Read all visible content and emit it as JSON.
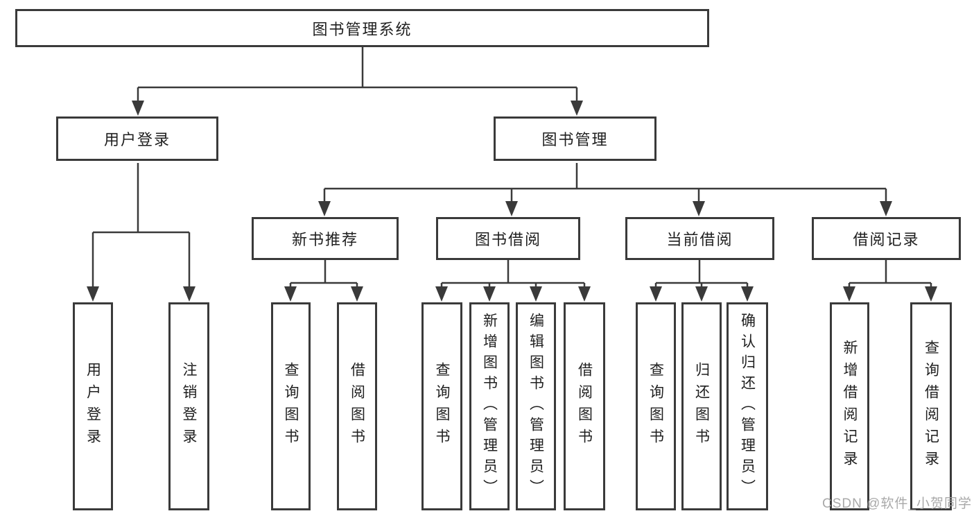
{
  "diagram": {
    "root": {
      "label": "图书管理系统"
    },
    "level2": [
      {
        "id": "user-login",
        "label": "用户登录"
      },
      {
        "id": "book-management",
        "label": "图书管理"
      }
    ],
    "level3": [
      {
        "id": "new-book-recommend",
        "label": "新书推荐"
      },
      {
        "id": "book-borrowing",
        "label": "图书借阅"
      },
      {
        "id": "current-borrowing",
        "label": "当前借阅"
      },
      {
        "id": "borrowing-records",
        "label": "借阅记录"
      }
    ],
    "leaves": [
      {
        "parent": "user-login",
        "label": "用户登录"
      },
      {
        "parent": "user-login",
        "label": "注销登录"
      },
      {
        "parent": "new-book-recommend",
        "label": "查询图书"
      },
      {
        "parent": "new-book-recommend",
        "label": "借阅图书"
      },
      {
        "parent": "book-borrowing",
        "label": "查询图书"
      },
      {
        "parent": "book-borrowing",
        "label": "新增图书（管理员）"
      },
      {
        "parent": "book-borrowing",
        "label": "编辑图书（管理员）"
      },
      {
        "parent": "book-borrowing",
        "label": "借阅图书"
      },
      {
        "parent": "current-borrowing",
        "label": "查询图书"
      },
      {
        "parent": "current-borrowing",
        "label": "归还图书"
      },
      {
        "parent": "current-borrowing",
        "label": "确认归还（管理员）"
      },
      {
        "parent": "borrowing-records",
        "label": "新增借阅记录"
      },
      {
        "parent": "borrowing-records",
        "label": "查询借阅记录"
      }
    ],
    "colors": {
      "line": "#3a3a3a",
      "text": "#1f1f1f",
      "background": "#ffffff",
      "watermark": "#a0a0a0"
    }
  },
  "watermark": {
    "text": "CSDN @软件_小贺同学"
  }
}
